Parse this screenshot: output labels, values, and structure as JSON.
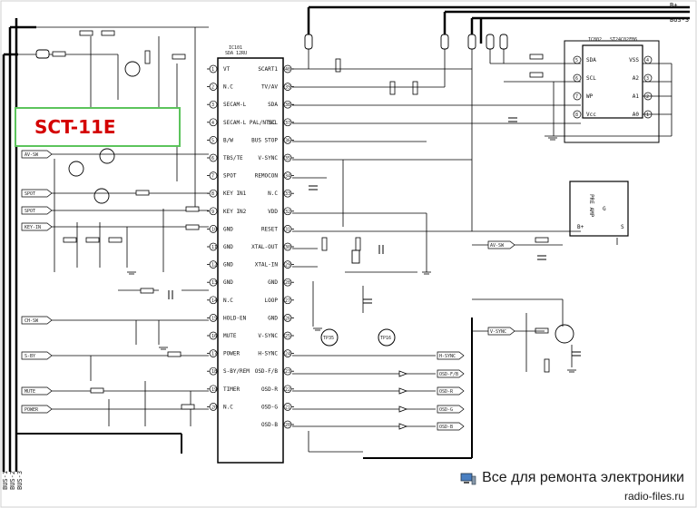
{
  "title_box": {
    "text": "SCT-11E"
  },
  "main_ic": {
    "ref": "IC101",
    "part": "SDA 12RU",
    "left_pins": [
      {
        "n": "1",
        "label": "VT"
      },
      {
        "n": "2",
        "label": "N.C"
      },
      {
        "n": "3",
        "label": "SECAM-L"
      },
      {
        "n": "4",
        "label": "SECAM-L PAL/NTSC"
      },
      {
        "n": "5",
        "label": "B/W"
      },
      {
        "n": "6",
        "label": "TBS/TE"
      },
      {
        "n": "7",
        "label": "SPOT"
      },
      {
        "n": "8",
        "label": "KEY IN1"
      },
      {
        "n": "9",
        "label": "KEY IN2"
      },
      {
        "n": "10",
        "label": "GND"
      },
      {
        "n": "11",
        "label": "GND"
      },
      {
        "n": "12",
        "label": "GND"
      },
      {
        "n": "13",
        "label": "GND"
      },
      {
        "n": "14",
        "label": "N.C"
      },
      {
        "n": "15",
        "label": "HOLD-EN"
      },
      {
        "n": "16",
        "label": "MUTE"
      },
      {
        "n": "17",
        "label": "POWER"
      },
      {
        "n": "18",
        "label": "S-BY/REM"
      },
      {
        "n": "19",
        "label": "TIMER"
      },
      {
        "n": "20",
        "label": "N.C"
      }
    ],
    "right_pins": [
      {
        "n": "40",
        "label": "SCART1"
      },
      {
        "n": "39",
        "label": "TV/AV"
      },
      {
        "n": "38",
        "label": "SDA"
      },
      {
        "n": "37",
        "label": "SCL"
      },
      {
        "n": "36",
        "label": "BUS STOP"
      },
      {
        "n": "35",
        "label": "V-SYNC"
      },
      {
        "n": "34",
        "label": "REMOCON"
      },
      {
        "n": "33",
        "label": "N.C"
      },
      {
        "n": "32",
        "label": "VDD"
      },
      {
        "n": "31",
        "label": "RESET"
      },
      {
        "n": "30",
        "label": "XTAL-OUT"
      },
      {
        "n": "29",
        "label": "XTAL-IN"
      },
      {
        "n": "28",
        "label": "GND"
      },
      {
        "n": "27",
        "label": "LOOP"
      },
      {
        "n": "26",
        "label": "GND"
      },
      {
        "n": "25",
        "label": "V-SYNC"
      },
      {
        "n": "24",
        "label": "H-SYNC"
      },
      {
        "n": "23",
        "label": "OSD-F/B"
      },
      {
        "n": "22",
        "label": "OSD-R"
      },
      {
        "n": "21",
        "label": "OSD-G"
      },
      {
        "n": "20",
        "label": "OSD-B"
      }
    ]
  },
  "eeprom": {
    "ref": "IC802",
    "part": "ST24C02FB6",
    "left_pins": [
      {
        "n": "5",
        "label": "SDA"
      },
      {
        "n": "6",
        "label": "SCL"
      },
      {
        "n": "7",
        "label": "WP"
      },
      {
        "n": "8",
        "label": "Vcc"
      }
    ],
    "right_pins": [
      {
        "n": "4",
        "label": "VSS"
      },
      {
        "n": "3",
        "label": "A2"
      },
      {
        "n": "2",
        "label": "A1"
      },
      {
        "n": "1",
        "label": "A0"
      }
    ]
  },
  "ir_receiver": {
    "label": "PRE AMP",
    "pins": [
      "G",
      "B+",
      "S"
    ]
  },
  "bus_labels": [
    "B+",
    "BUS-3",
    "BUS-1",
    "BUS-2",
    "BUS-3"
  ],
  "testpoints": [
    "TP35",
    "TP16"
  ],
  "left_connectors": [
    "AV-SW",
    "SPOT",
    "SPOT",
    "KEY-IN",
    "CH-SW",
    "S-BY",
    "MUTE",
    "POWER"
  ],
  "right_connectors": [
    "AV-SW",
    "V-SYNC",
    "H-SYNC",
    "OSD-F/B",
    "OSD-R",
    "OSD-G",
    "OSD-B"
  ],
  "footer": {
    "site_name": "Все для ремонта электроники",
    "url": "radio-files.ru"
  }
}
